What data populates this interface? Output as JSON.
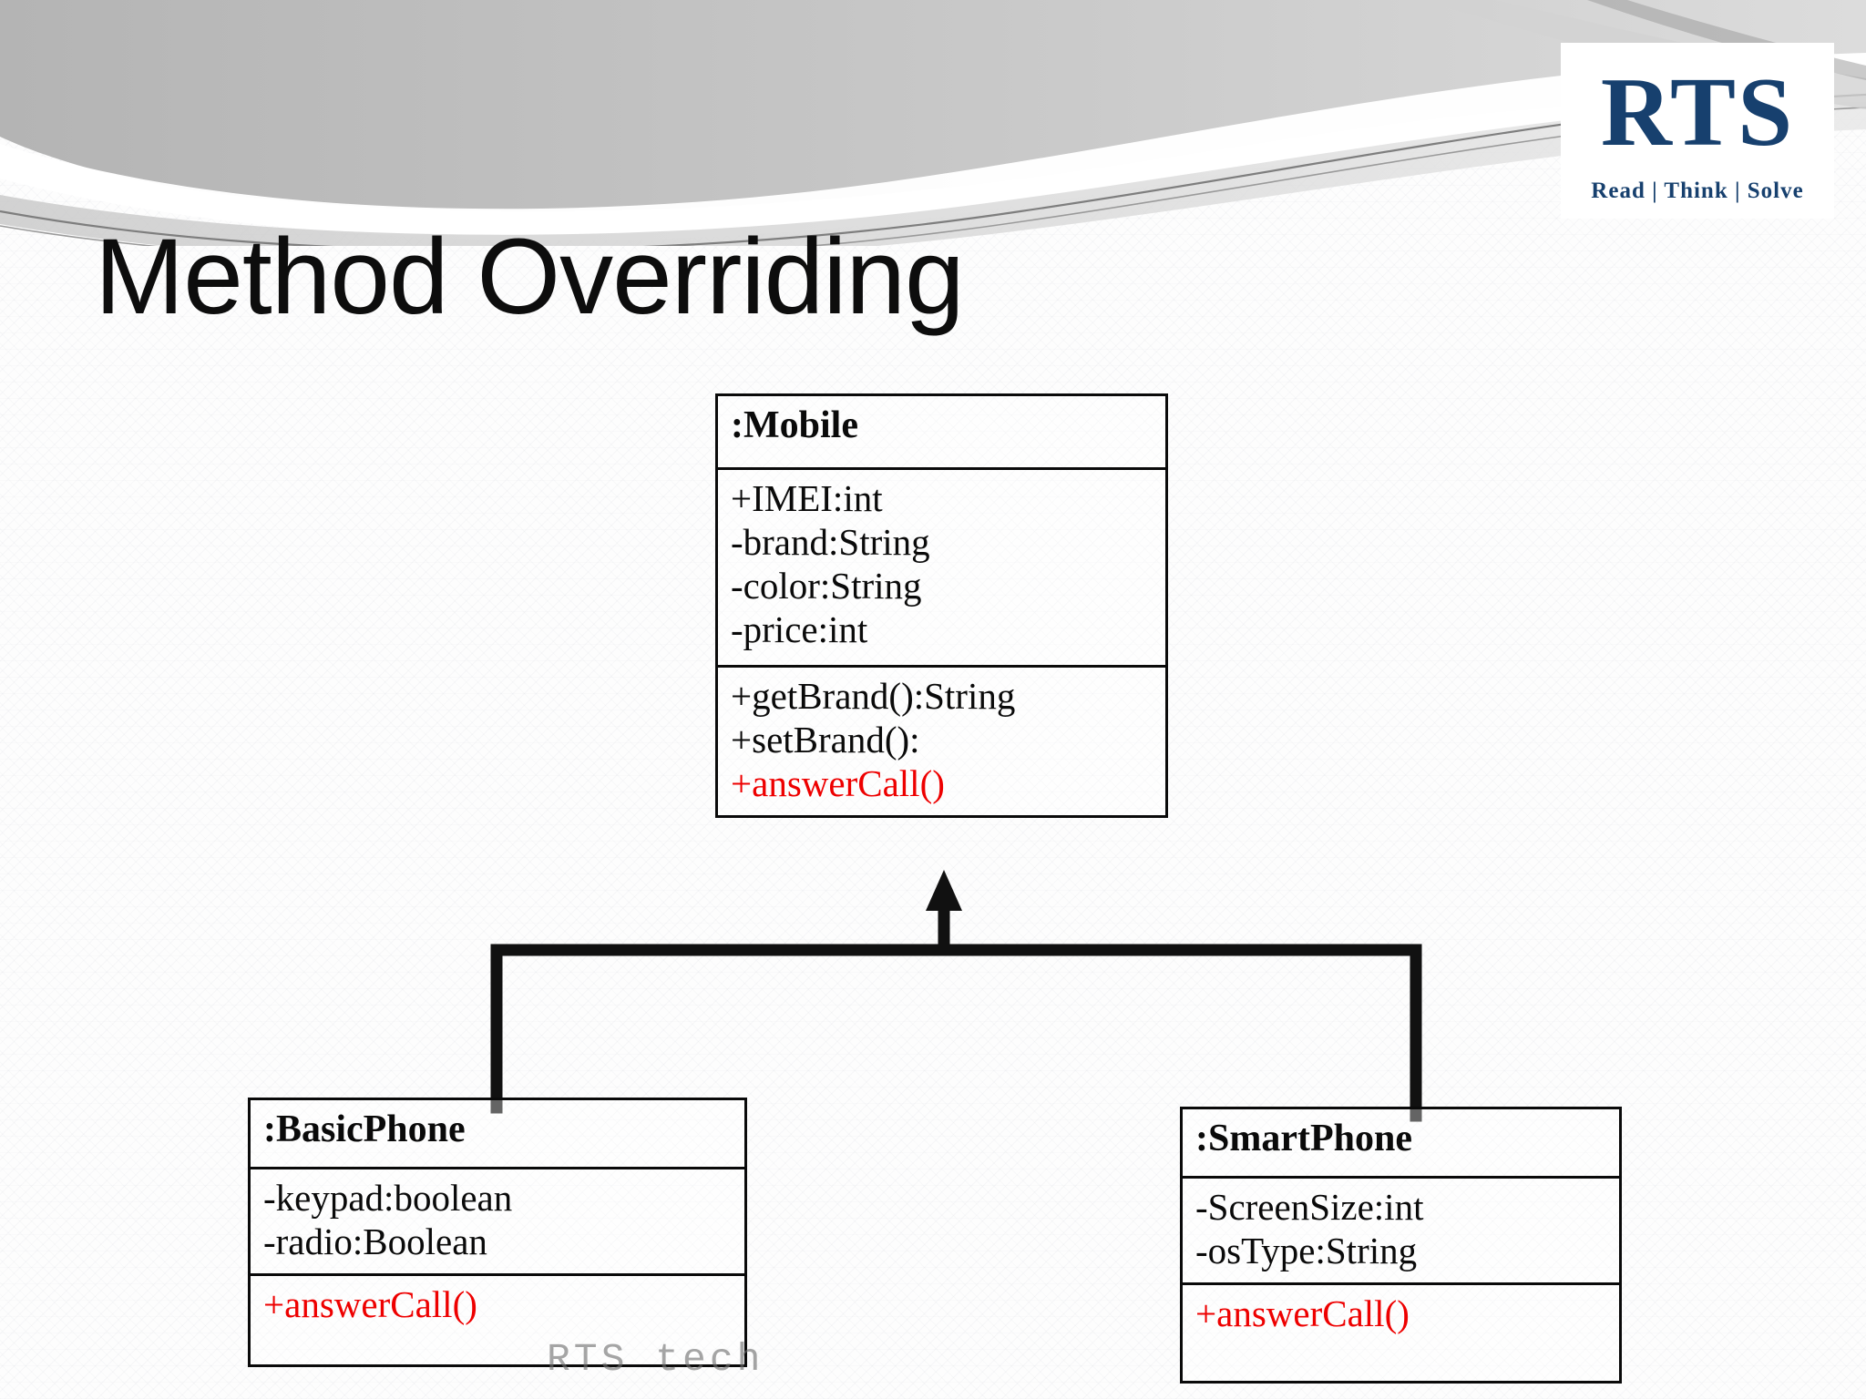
{
  "slide": {
    "title": "Method Overriding",
    "watermark": "RTS tech"
  },
  "logo": {
    "name": "RTS",
    "tagline": "Read | Think | Solve",
    "color": "#17406e"
  },
  "colors": {
    "ink": "#0a0a0a",
    "override_red": "#ee0000",
    "logo_navy": "#17406e",
    "swoosh_gray": "#bfbfbf",
    "watermark_gray": "#6f6f6f"
  },
  "diagram": {
    "type": "uml-class-diagram",
    "relationship": "generalization",
    "classes": {
      "mobile": {
        "name": ":Mobile",
        "attributes": [
          "+IMEI:int",
          "-brand:String",
          "-color:String",
          "-price:int"
        ],
        "methods": [
          {
            "text": "+getBrand():String",
            "highlighted": false
          },
          {
            "text": "+setBrand():",
            "highlighted": false
          },
          {
            "text": "+answerCall()",
            "highlighted": true
          }
        ]
      },
      "basicphone": {
        "name": ":BasicPhone",
        "attributes": [
          "-keypad:boolean",
          "-radio:Boolean"
        ],
        "methods": [
          {
            "text": "+answerCall()",
            "highlighted": true
          }
        ]
      },
      "smartphone": {
        "name": ":SmartPhone",
        "attributes": [
          "-ScreenSize:int",
          "-osType:String"
        ],
        "methods": [
          {
            "text": "+answerCall()",
            "highlighted": true
          }
        ]
      }
    }
  }
}
